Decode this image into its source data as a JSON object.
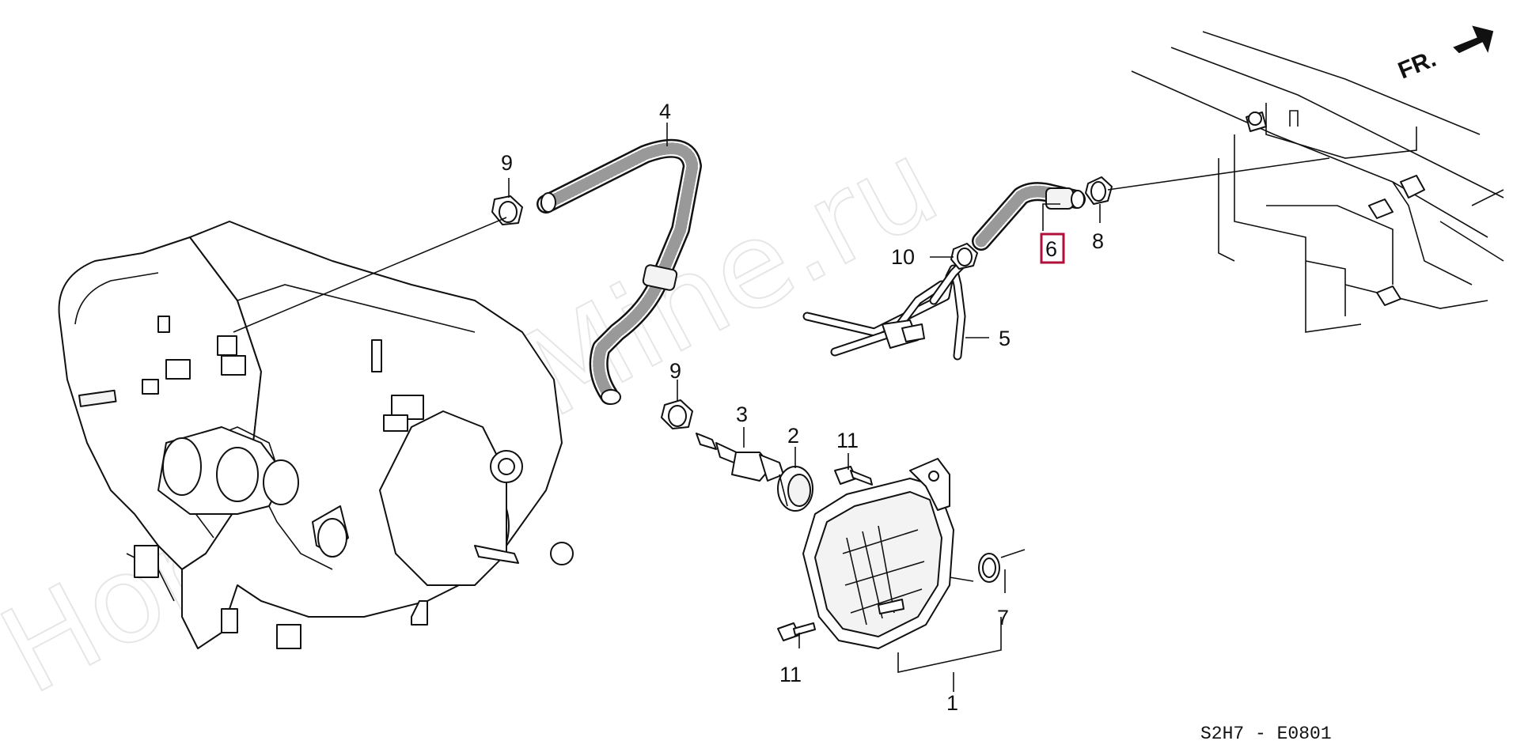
{
  "diagram": {
    "callouts": [
      {
        "key": "c1",
        "text": "1"
      },
      {
        "key": "c2",
        "text": "2"
      },
      {
        "key": "c3",
        "text": "3"
      },
      {
        "key": "c4",
        "text": "4"
      },
      {
        "key": "c5",
        "text": "5"
      },
      {
        "key": "c6",
        "text": "6",
        "highlighted": true
      },
      {
        "key": "c7",
        "text": "7"
      },
      {
        "key": "c8",
        "text": "8"
      },
      {
        "key": "c9a",
        "text": "9"
      },
      {
        "key": "c9b",
        "text": "9"
      },
      {
        "key": "c10",
        "text": "10"
      },
      {
        "key": "c11a",
        "text": "11"
      },
      {
        "key": "c11b",
        "text": "11"
      }
    ],
    "direction_label": "FR.",
    "diagram_code": "S2H7 - E0801",
    "watermark": "HondaCarMine.ru",
    "highlight_color": "#b0103a",
    "line_color": "#111111"
  }
}
